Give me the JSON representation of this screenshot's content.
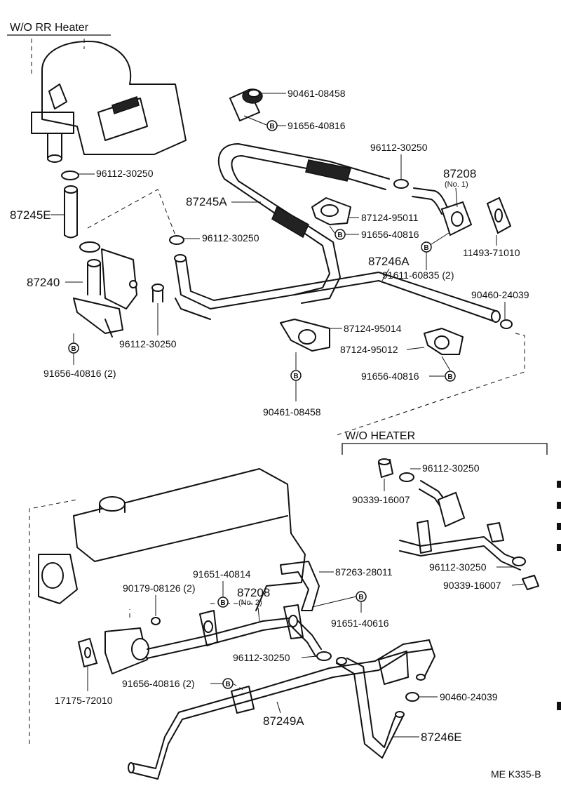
{
  "sections": {
    "wo_rr_heater": "W/O RR Heater",
    "wo_heater": "W/O HEATER"
  },
  "bolt_marker": "B",
  "catalog_code": "ME  K335-B",
  "parts": {
    "p_90461_08458_top": "90461-08458",
    "p_91656_40816_top": "91656-40816",
    "p_96112_30250_a": "96112-30250",
    "p_87208_no1": "87208",
    "p_87208_no1_sub": "(No. 1)",
    "p_96112_30250_b": "96112-30250",
    "p_87245E": "87245E",
    "p_87245A": "87245A",
    "p_87124_95011": "87124-95011",
    "p_91656_40816_mid": "91656-40816",
    "p_11493_71010": "11493-71010",
    "p_96112_30250_c": "96112-30250",
    "p_87246A": "87246A",
    "p_91611_60835": "91611-60835 (2)",
    "p_87240": "87240",
    "p_90460_24039_a": "90460-24039",
    "p_87124_95014": "87124-95014",
    "p_96112_30250_d": "96112-30250",
    "p_87124_95012": "87124-95012",
    "p_91656_40816_2": "91656-40816 (2)",
    "p_91656_40816_r": "91656-40816",
    "p_90461_08458_bot": "90461-08458",
    "p_96112_30250_e": "96112-30250",
    "p_90339_16007_a": "90339-16007",
    "p_96112_30250_f": "96112-30250",
    "p_90339_16007_b": "90339-16007",
    "p_91651_40814": "91651-40814",
    "p_90179_08126": "90179-08126 (2)",
    "p_87208_no2": "87208",
    "p_87208_no2_sub": "(No. 2)",
    "p_87263_28011": "87263-28011",
    "p_91651_40616": "91651-40616",
    "p_96112_30250_g": "96112-30250",
    "p_91656_40816_b2": "91656-40816 (2)",
    "p_17175_72010": "17175-72010",
    "p_90460_24039_b": "90460-24039",
    "p_87249A": "87249A",
    "p_87246E": "87246E"
  }
}
